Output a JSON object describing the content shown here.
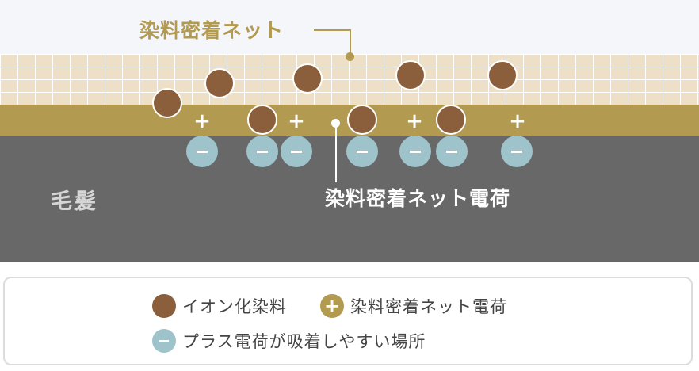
{
  "diagram": {
    "net_label": "染料密着ネット",
    "hair_label": "毛髪",
    "charge_label": "染料密着ネット電荷",
    "plus_symbol": "+"
  },
  "legend": {
    "items": [
      {
        "label": "イオン化染料",
        "icon": "brown-dot-icon"
      },
      {
        "label": "染料密着ネット電荷",
        "icon": "gold-plus-icon",
        "symbol": "+"
      },
      {
        "label": "プラス電荷が吸着しやすい場所",
        "icon": "blue-minus-icon"
      }
    ]
  },
  "colors": {
    "gold": "#b39a51",
    "dye_brown": "#8b5e3c",
    "minus_blue": "#9ec3cb",
    "hair_gray": "#686868",
    "net_beige": "#ede0c6",
    "background": "#f5f6fa"
  }
}
